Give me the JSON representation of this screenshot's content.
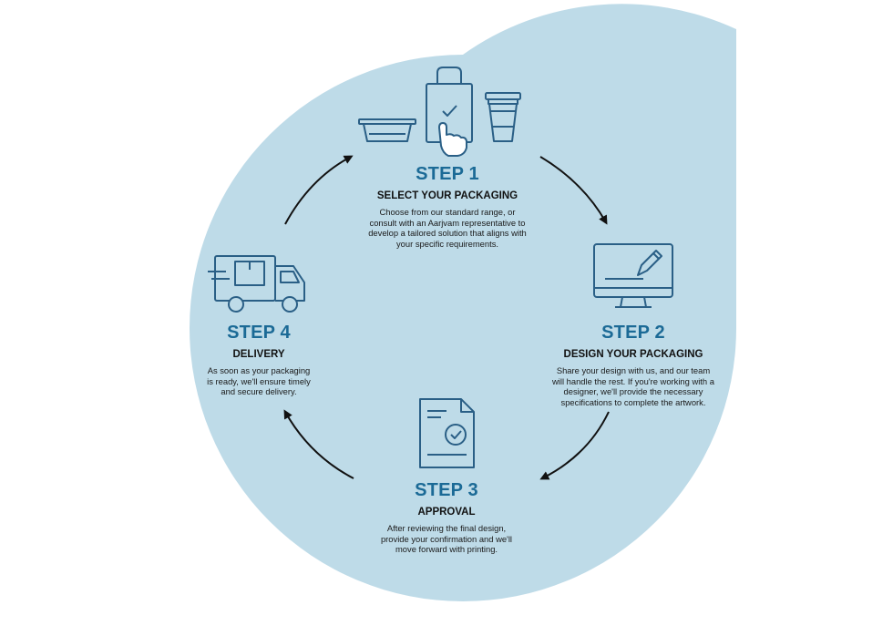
{
  "colors": {
    "background": "#ffffff",
    "shape": "#bedbe8",
    "accent": "#1b6a96",
    "icon_stroke": "#2a5f86",
    "arrow": "#111111"
  },
  "steps": [
    {
      "number": "STEP 1",
      "title": "SELECT YOUR PACKAGING",
      "description": [
        "Choose from our standard range, or",
        "consult with an Aarjvam representative to",
        "develop a tailored solution that aligns with",
        "your specific requirements."
      ],
      "icons": [
        "tray-icon",
        "bag-icon",
        "tap-hand-icon",
        "cup-icon"
      ]
    },
    {
      "number": "STEP 2",
      "title": "DESIGN YOUR PACKAGING",
      "description": [
        "Share your design with us, and our team",
        "will handle the rest. If you're working with a",
        "designer, we'll provide the necessary",
        "specifications to complete the artwork."
      ],
      "icons": [
        "monitor-pen-icon"
      ]
    },
    {
      "number": "STEP 3",
      "title": "APPROVAL",
      "description": [
        "After reviewing the final design,",
        "provide your confirmation and we'll",
        "move forward with printing."
      ],
      "icons": [
        "document-check-icon"
      ]
    },
    {
      "number": "STEP 4",
      "title": "DELIVERY",
      "description": [
        "As soon as your packaging",
        "is ready, we'll ensure timely",
        "and secure delivery."
      ],
      "icons": [
        "delivery-truck-icon"
      ]
    }
  ]
}
